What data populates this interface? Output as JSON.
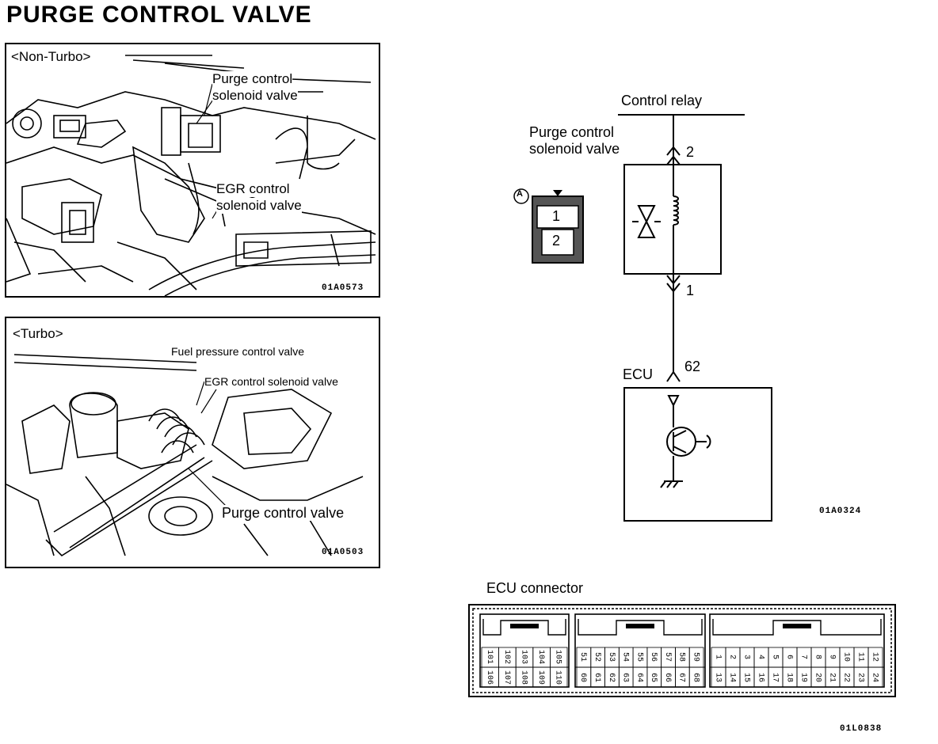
{
  "title": "PURGE CONTROL VALVE",
  "non_turbo": {
    "heading": "<Non-Turbo>",
    "purge_label_1": "Purge control",
    "purge_label_2": "solenoid valve",
    "egr_label_1": "EGR control",
    "egr_label_2": "solenoid valve",
    "code": "01A0573"
  },
  "turbo": {
    "heading": "<Turbo>",
    "fuel_label": "Fuel pressure control valve",
    "egr_label": "EGR control solenoid valve",
    "purge_label": "Purge control valve",
    "code": "01A0503"
  },
  "circuit": {
    "control_relay": "Control relay",
    "valve_label_1": "Purge control",
    "valve_label_2": "solenoid valve",
    "connector_marker": "A",
    "connector_pins": [
      "1",
      "2"
    ],
    "pin_top": "2",
    "pin_bottom": "1",
    "ecu_label": "ECU",
    "ecu_pin": "62",
    "code": "01A0324"
  },
  "ecu_connector": {
    "title": "ECU connector",
    "code": "01L0838",
    "blocks": [
      {
        "top": [
          "101",
          "102",
          "103",
          "104",
          "105"
        ],
        "bottom": [
          "106",
          "107",
          "108",
          "109",
          "110"
        ]
      },
      {
        "top": [
          "51",
          "52",
          "53",
          "54",
          "55",
          "56",
          "57",
          "58",
          "59"
        ],
        "bottom": [
          "60",
          "61",
          "62",
          "63",
          "64",
          "65",
          "66",
          "67",
          "68"
        ]
      },
      {
        "top": [
          "1",
          "2",
          "3",
          "4",
          "5",
          "6",
          "7",
          "8",
          "9",
          "10",
          "11",
          "12"
        ],
        "bottom": [
          "13",
          "14",
          "15",
          "16",
          "17",
          "18",
          "19",
          "20",
          "21",
          "22",
          "23",
          "24"
        ]
      }
    ]
  }
}
